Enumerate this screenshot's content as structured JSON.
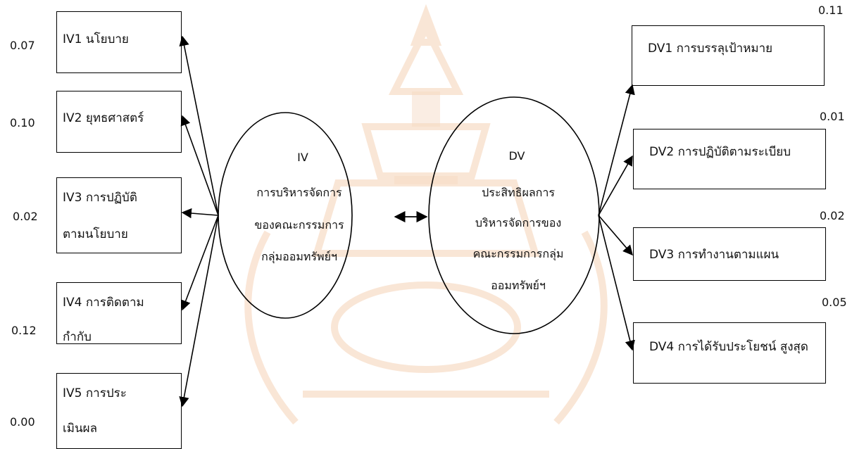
{
  "independent": {
    "label": "IV",
    "name_lines": [
      "การบริหารจัดการ",
      "ของคณะกรรมการ",
      "กลุ่มออมทรัพย์ฯ"
    ],
    "indicators": [
      {
        "lines": [
          "IV1 นโยบาย"
        ],
        "weight": "0.07"
      },
      {
        "lines": [
          "IV2 ยุทธศาสตร์"
        ],
        "weight": "0.10"
      },
      {
        "lines": [
          "IV3 การปฏิบัติ",
          "ตามนโยบาย"
        ],
        "weight": "0.02"
      },
      {
        "lines": [
          "IV4 การติดตาม",
          "กำกับ"
        ],
        "weight": "0.12"
      },
      {
        "lines": [
          "IV5 การประ",
          "เมินผล"
        ],
        "weight": "0.00"
      }
    ]
  },
  "dependent": {
    "label": "DV",
    "name_lines": [
      "ประสิทธิผลการ",
      "บริหารจัดการของ",
      "คณะกรรมการกลุ่ม",
      "ออมทรัพย์ฯ"
    ],
    "indicators": [
      {
        "lines": [
          "DV1 การบรรลุเป้าหมาย"
        ],
        "weight": "0.11"
      },
      {
        "lines": [
          "DV2 การปฏิบัติตามระเบียบ"
        ],
        "weight": "0.01"
      },
      {
        "lines": [
          "DV3 การทำงานตามแผน"
        ],
        "weight": "0.02"
      },
      {
        "lines": [
          "DV4 การได้รับประโยชน์ สูงสุด"
        ],
        "weight": "0.05"
      }
    ]
  },
  "colors": {
    "line": "#000000",
    "watermark": "#f3c9a8"
  }
}
